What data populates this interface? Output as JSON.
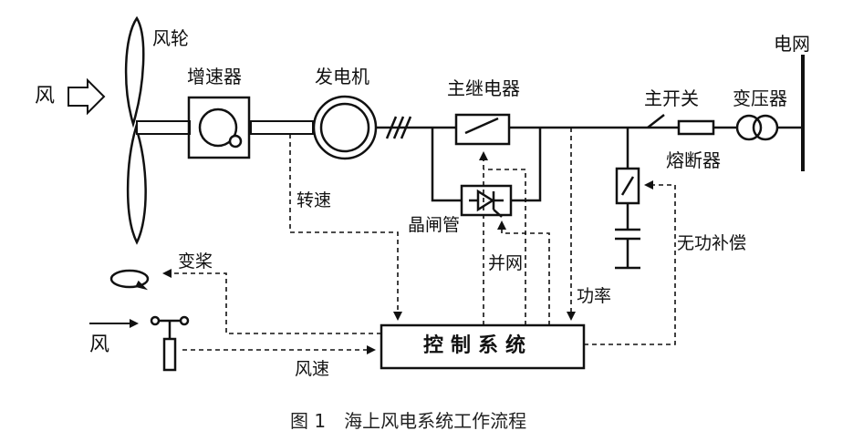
{
  "labels": {
    "wind_left": "风",
    "rotor": "风轮",
    "gearbox": "增速器",
    "generator": "发电机",
    "main_relay": "主继电器",
    "main_switch": "主开关",
    "transformer": "变压器",
    "grid": "电网",
    "fuse": "熔断器",
    "speed": "转速",
    "thyristor": "晶闸管",
    "grid_connect": "并网",
    "reactive_comp": "无功补偿",
    "pitch": "变桨",
    "power": "功率",
    "wind_bottom": "风",
    "wind_speed": "风速",
    "control_system": "控制系统"
  },
  "caption": "图 1　海上风电系统工作流程"
}
